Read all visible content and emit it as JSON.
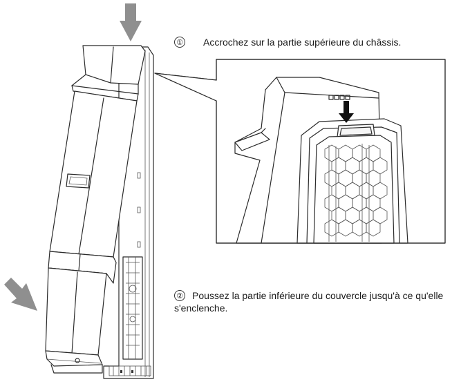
{
  "steps": [
    {
      "number": "①",
      "text": "Accrochez sur la partie supérieure du châssis."
    },
    {
      "number": "②",
      "text": "Poussez la partie inférieure du couvercle jusqu'à ce qu'elle s'enclenche."
    }
  ],
  "colors": {
    "line": "#2b2b2b",
    "arrow": "#8f8f8f",
    "detail_arrow": "#111111",
    "background": "#ffffff"
  }
}
